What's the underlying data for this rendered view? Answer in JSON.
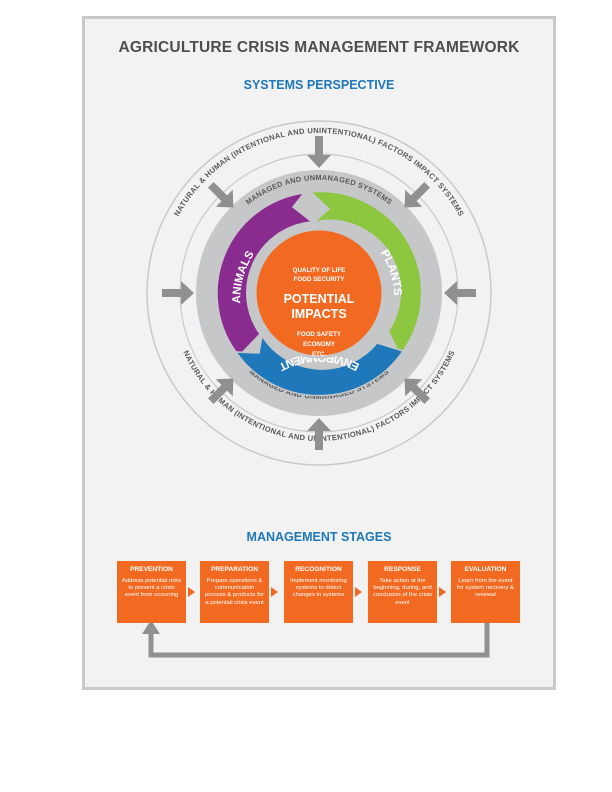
{
  "title": "AGRICULTURE CRISIS MANAGEMENT FRAMEWORK",
  "systems_heading": "SYSTEMS PERSPECTIVE",
  "outer_ring_text": "NATURAL & HUMAN (INTENTIONAL AND UNINTENTIONAL) FACTORS IMPACT SYSTEMS",
  "inner_ring_text": "MANAGED AND UNMANAGED SYSTEMS",
  "segments": {
    "animals": "ANIMALS",
    "plants": "PLANTS",
    "environment": "ENVIRONMENT"
  },
  "center": {
    "top_line1": "QUALITY OF LIFE",
    "top_line2": "FOOD SECURITY",
    "title_line1": "POTENTIAL",
    "title_line2": "IMPACTS",
    "bottom_line1": "FOOD SAFETY",
    "bottom_line2": "ECONOMY",
    "bottom_line3": "ETC."
  },
  "management_heading": "MANAGEMENT STAGES",
  "stages": [
    {
      "title": "PREVENTION",
      "desc": "Address potential risks to prevent a crisis event from occurring"
    },
    {
      "title": "PREPARATION",
      "desc": "Prepare operations & communication process & products for a potential crisis event"
    },
    {
      "title": "RECOGNITION",
      "desc": "Implement monitoring systems to detect changes in systems"
    },
    {
      "title": "RESPONSE",
      "desc": "Take action at the beginning, during, and conclusion of the crisis event"
    },
    {
      "title": "EVALUATION",
      "desc": "Learn from the event for system recovery & renewal"
    }
  ],
  "colors": {
    "orange": "#f26a21",
    "purple": "#8a2b8f",
    "green": "#8dc63f",
    "blue": "#1f78b9",
    "gray_arrow": "#8f9092",
    "ring_gray": "#c6c7c9",
    "heading_blue": "#1f78b9"
  }
}
